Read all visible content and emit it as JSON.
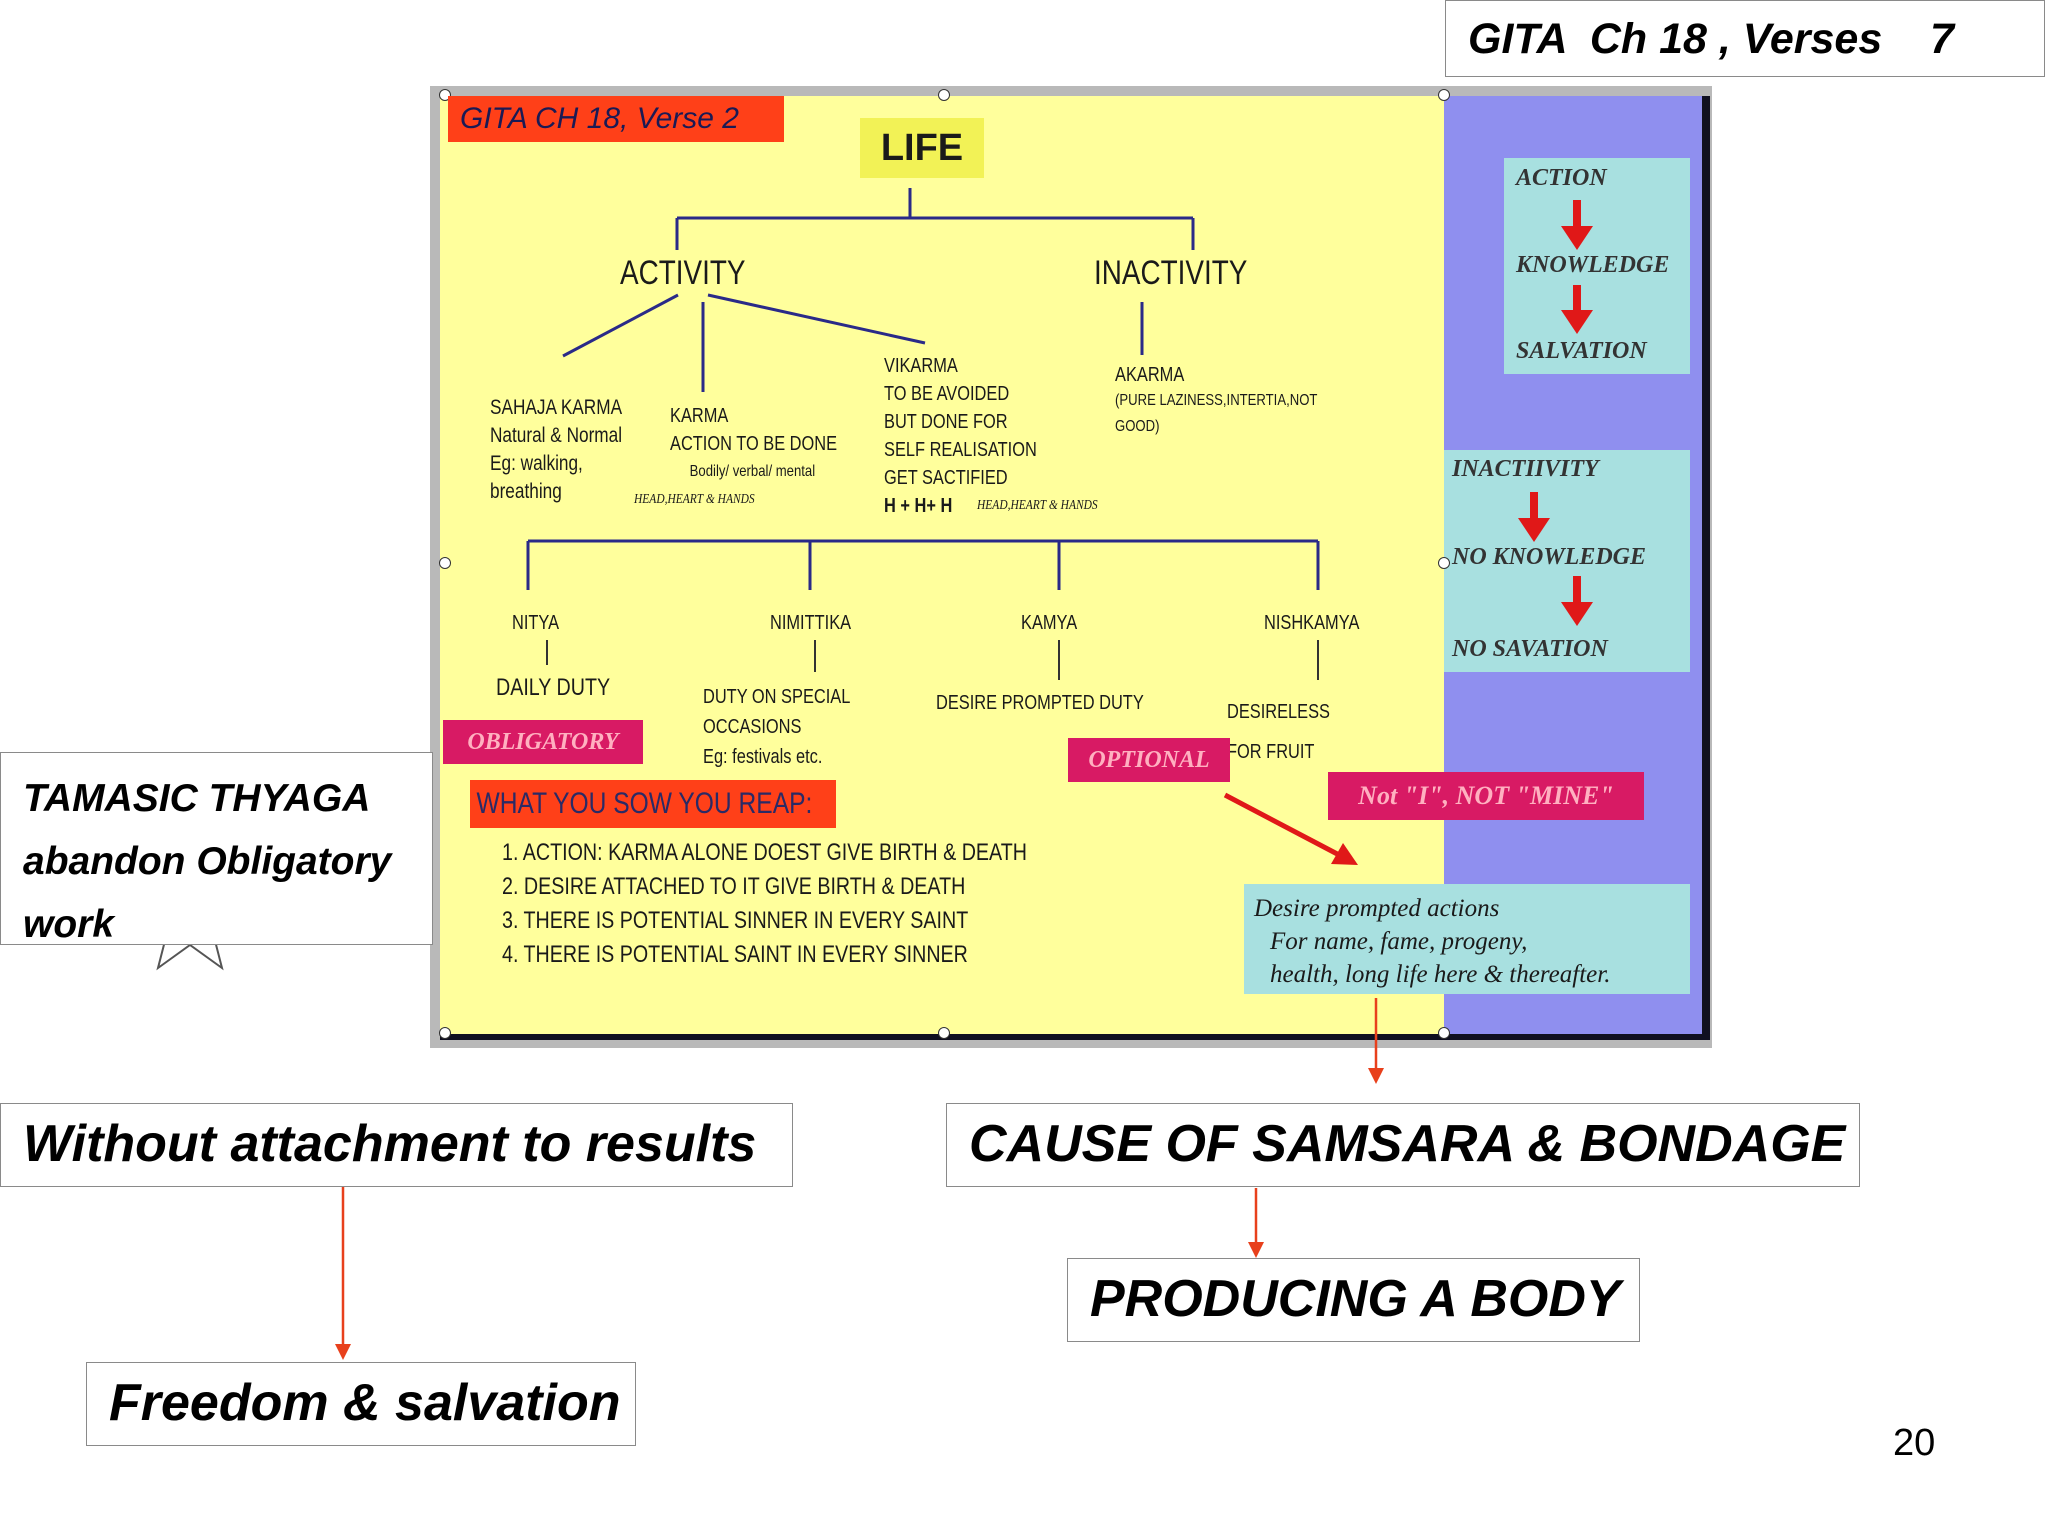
{
  "header": {
    "verse": "GITA  Ch 18 , Verses    7"
  },
  "tamasic": {
    "line1": "TAMASIC THYAGA",
    "line2": "abandon Obligatory",
    "line3": "work"
  },
  "boxes": {
    "without": "Without attachment to results",
    "freedom": "Freedom & salvation",
    "cause": "CAUSE OF SAMSARA & BONDAGE",
    "producing": "PRODUCING A BODY"
  },
  "page_number": "20",
  "slide": {
    "title": "GITA CH 18, Verse 2",
    "root": "LIFE",
    "activity": "ACTIVITY",
    "inactivity": "INACTIVITY",
    "sahaja": {
      "l1": "SAHAJA KARMA",
      "l2": "Natural & Normal",
      "l3": "Eg: walking,",
      "l4": "breathing"
    },
    "karma": {
      "l1": "KARMA",
      "l2": "ACTION TO BE DONE",
      "l3": "Bodily/ verbal/ mental",
      "l4": "HEAD,HEART & HANDS"
    },
    "vikarma": {
      "l1": "VIKARMA",
      "l2": "TO BE AVOIDED",
      "l3": "BUT DONE FOR",
      "l4": "SELF REALISATION",
      "l5": "GET SACTIFIED",
      "l6": "H + H+ H",
      "l7": "HEAD,HEART & HANDS"
    },
    "akarma": {
      "l1": "AKARMA",
      "l2": "(PURE LAZINESS,INTERTIA,NOT",
      "l3": "GOOD)"
    },
    "nitya": {
      "name": "NITYA",
      "desc": "DAILY DUTY"
    },
    "nimittika": {
      "name": "NIMITTIKA",
      "l1": "DUTY ON SPECIAL",
      "l2": "OCCASIONS",
      "l3": "Eg: festivals etc."
    },
    "kamya": {
      "name": "KAMYA",
      "desc": "DESIRE PROMPTED DUTY"
    },
    "nishkamya": {
      "name": "NISHKAMYA",
      "l1": "DESIRELESS",
      "l2": "FOR FRUIT"
    },
    "obligatory": "OBLIGATORY",
    "optional": "OPTIONAL",
    "not_i": "Not \"I\", NOT \"MINE\"",
    "reap": "WHAT YOU SOW YOU REAP:",
    "points": [
      "1. ACTION: KARMA ALONE DOEST GIVE BIRTH & DEATH",
      "2. DESIRE ATTACHED TO IT GIVE BIRTH & DEATH",
      "3. THERE IS POTENTIAL SINNER IN EVERY SAINT",
      "4. THERE IS POTENTIAL SAINT IN EVERY SINNER"
    ],
    "desire": {
      "l1": "Desire prompted actions",
      "l2": "For name, fame, progeny,",
      "l3": "health, long life here & thereafter."
    },
    "side1": {
      "a": "ACTION",
      "b": "KNOWLEDGE",
      "c": "SALVATION"
    },
    "side2": {
      "a": "INACTIIVITY",
      "b": "NO KNOWLEDGE",
      "c": "NO SAVATION"
    }
  },
  "colors": {
    "arrow": "#e8401c",
    "slide_yellow": "#ffff9c",
    "slide_side": "#8f8fef",
    "header_red": "#ff4018",
    "magenta": "#d81a64"
  }
}
